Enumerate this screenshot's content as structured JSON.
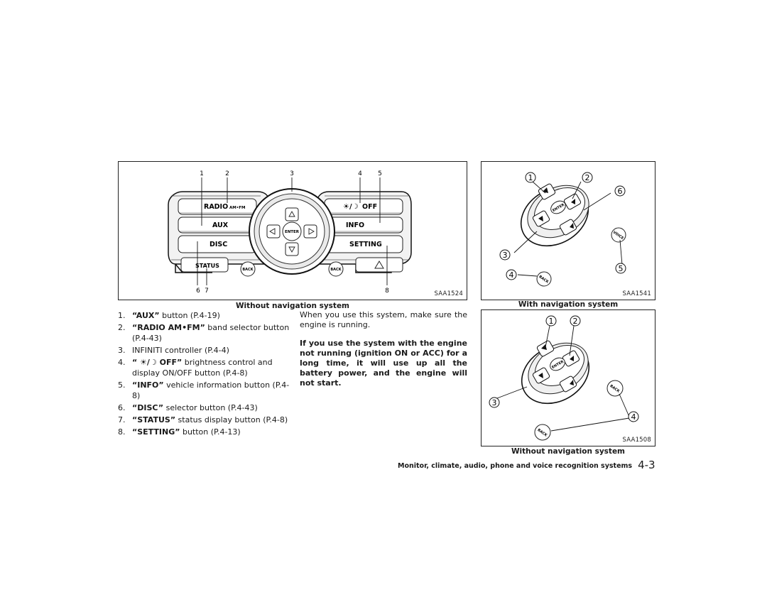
{
  "figure1": {
    "callouts": [
      "1",
      "2",
      "3",
      "4",
      "5",
      "6",
      "7",
      "8"
    ],
    "buttons": {
      "radio": "RADIO",
      "radio_sub": "AM•FM",
      "off": "OFF",
      "aux": "AUX",
      "info": "INFO",
      "disc": "DISC",
      "setting": "SETTING",
      "status": "STATUS",
      "back": "BACK",
      "enter": "ENTER"
    },
    "code": "SAA1524",
    "caption": "Without navigation system"
  },
  "figure2": {
    "callouts": [
      "1",
      "2",
      "6",
      "3",
      "5",
      "4"
    ],
    "labels": {
      "enter": "ENTER",
      "voice": "VOICE",
      "back": "BACK"
    },
    "code": "SAA1541",
    "caption": "With navigation system"
  },
  "figure3": {
    "callouts": [
      "1",
      "2",
      "3",
      "4"
    ],
    "labels": {
      "enter": "ENTER",
      "back": "BACK"
    },
    "code": "SAA1508",
    "caption": "Without navigation system"
  },
  "list": [
    {
      "num": "1.",
      "bold": "“AUX”",
      "text": " button (P.4-19)"
    },
    {
      "num": "2.",
      "bold": "“RADIO AM•FM”",
      "text": " band selector button (P.4-43)"
    },
    {
      "num": "3.",
      "bold": "",
      "text": "INFINITI controller (P.4-4)"
    },
    {
      "num": "4.",
      "bold": "“ ☀/☽ OFF”",
      "text": " brightness control and display ON/OFF button (P.4-8)"
    },
    {
      "num": "5.",
      "bold": "“INFO”",
      "text": " vehicle information button (P.4-8)"
    },
    {
      "num": "6.",
      "bold": "“DISC”",
      "text": " selector button (P.4-43)"
    },
    {
      "num": "7.",
      "bold": "“STATUS”",
      "text": " status display button (P.4-8)"
    },
    {
      "num": "8.",
      "bold": "“SETTING”",
      "text": " button (P.4-13)"
    }
  ],
  "column2": {
    "para": "When you use this system, make sure the engine is running.",
    "warning": "If you use the system with the engine not running (ignition ON or ACC) for a long time, it will use up all the battery power, and the engine will not start."
  },
  "footer": {
    "text": "Monitor, climate, audio, phone and voice recognition systems",
    "page": "4-3"
  }
}
